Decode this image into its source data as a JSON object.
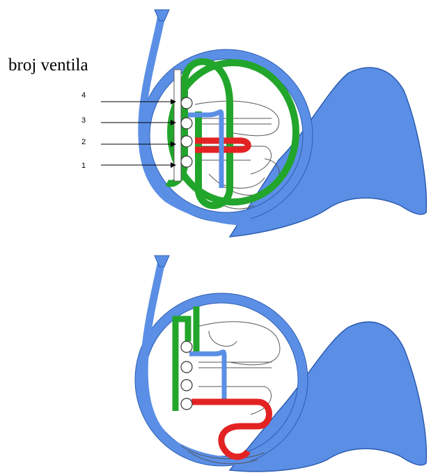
{
  "heading": "broj ventila",
  "valve_labels": [
    "4",
    "3",
    "2",
    "1"
  ],
  "colors": {
    "horn_body": "#5b8fe6",
    "horn_outline": "#2c5cb0",
    "tubing_green": "#22a52b",
    "tubing_red": "#e32323",
    "tubing_dark": "#555555"
  },
  "icons": {
    "valve": "valve-icon",
    "arrow": "arrow-right-icon"
  }
}
